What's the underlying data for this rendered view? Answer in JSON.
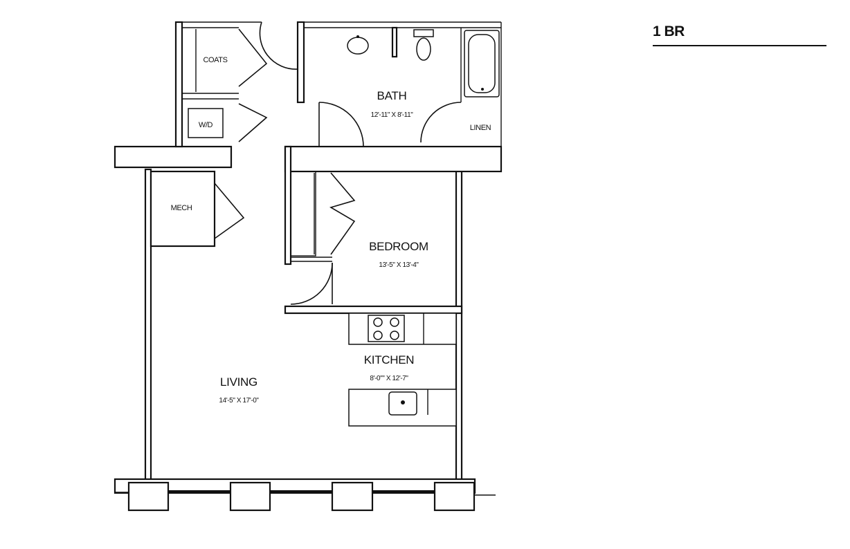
{
  "unit": {
    "title": "1 BR"
  },
  "rooms": {
    "coats": {
      "label": "COATS"
    },
    "wd": {
      "label": "W/D"
    },
    "mech": {
      "label": "MECH"
    },
    "bath": {
      "label": "BATH",
      "dims": "12'-11\" X 8'-11\""
    },
    "linen": {
      "label": "LINEN"
    },
    "bedroom": {
      "label": "BEDROOM",
      "dims": "13'-5\" X 13'-4\""
    },
    "kitchen": {
      "label": "KITCHEN",
      "dims": "8'-0\"\" X 12'-7\""
    },
    "living": {
      "label": "LIVING",
      "dims": "14'-5\" X 17'-0\""
    }
  }
}
